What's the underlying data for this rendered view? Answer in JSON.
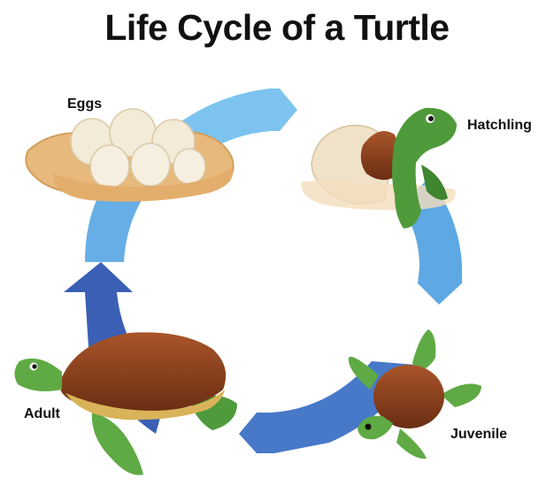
{
  "title": "Life Cycle of a Turtle",
  "stages": [
    {
      "label": "Eggs"
    },
    {
      "label": "Hatchling"
    },
    {
      "label": "Juvenile"
    },
    {
      "label": "Adult"
    }
  ],
  "colors": {
    "arrow_light": "#7cc4ef",
    "arrow_mid": "#4e95da",
    "arrow_dark": "#3a5fb5",
    "sand": "#e8b97c",
    "egg": "#f3ead8",
    "shell_brown": "#8a3f1a",
    "turtle_green": "#4f9a3a"
  }
}
